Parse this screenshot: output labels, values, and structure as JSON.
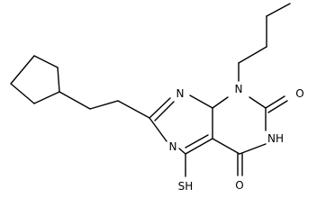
{
  "molecule": {
    "atoms": {
      "n1": "N",
      "n3": "N",
      "n8": "N",
      "nh": "NH",
      "o2": "O",
      "o4": "O",
      "sh": "SH"
    }
  },
  "colors": {
    "bond": "#000000",
    "label": "#000000",
    "background": "#ffffff"
  }
}
